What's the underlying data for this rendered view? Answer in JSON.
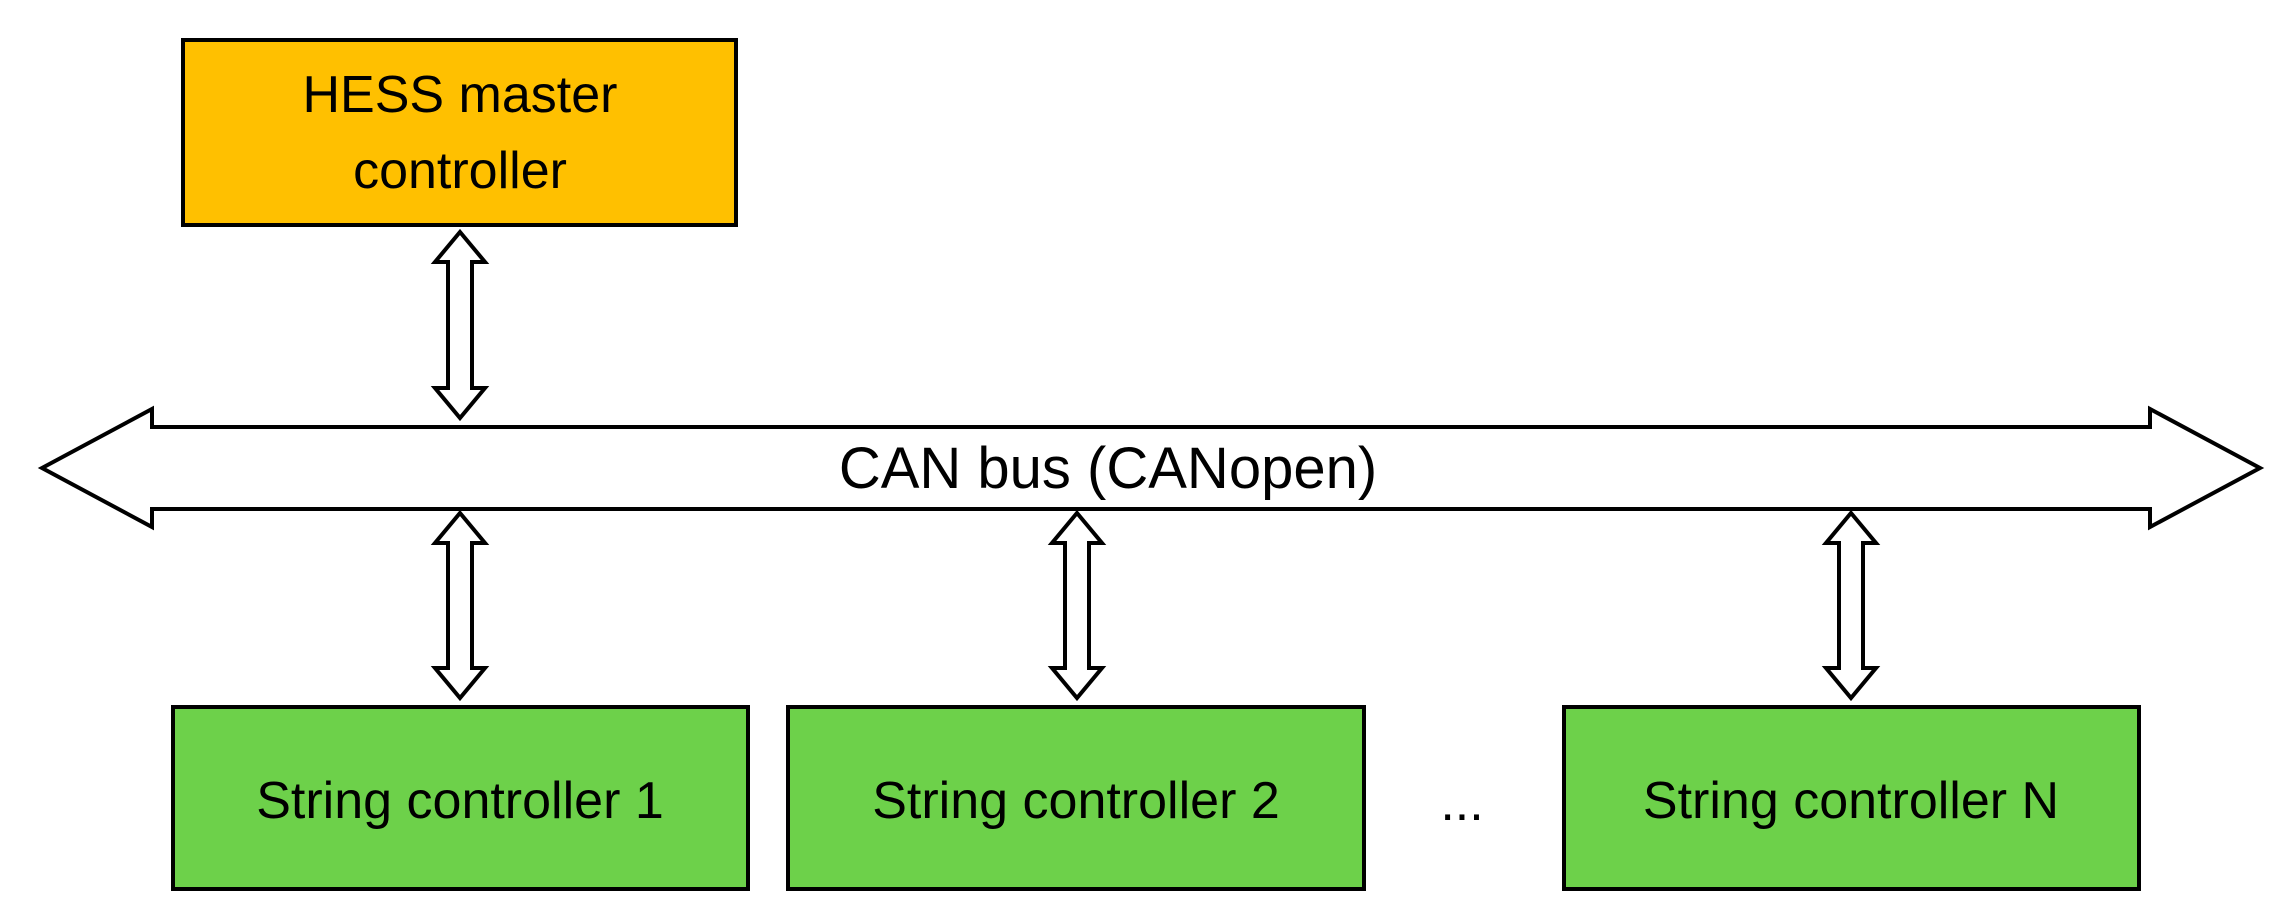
{
  "master": {
    "line1": "HESS master",
    "line2": "controller"
  },
  "bus": {
    "label": "CAN bus (CANopen)"
  },
  "strings": [
    {
      "label": "String controller 1"
    },
    {
      "label": "String controller 2"
    },
    {
      "label": "String controller N"
    }
  ],
  "ellipsis": "...",
  "colors": {
    "master_fill": "#FFC000",
    "string_fill": "#6DD14A",
    "stroke": "#000000"
  }
}
